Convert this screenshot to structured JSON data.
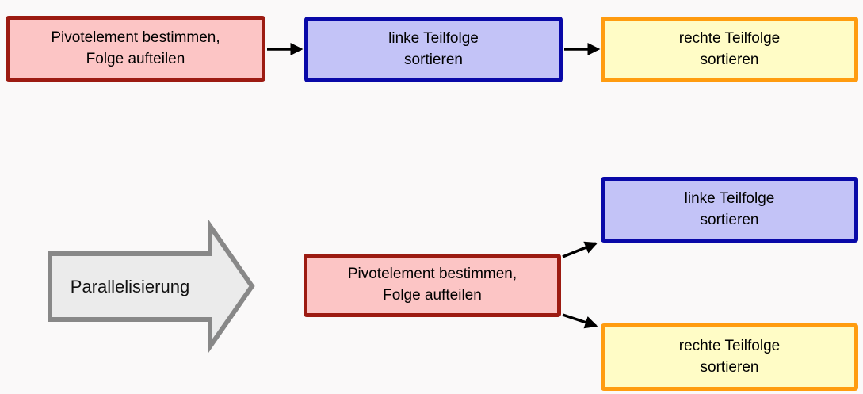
{
  "diagram": {
    "title_semantics": "quicksort-parallelization-diagram",
    "colors": {
      "background": "#FAF9F9",
      "pivot_fill": "#FCC5C5",
      "pivot_border": "#9C1B12",
      "left_fill": "#C3C3F7",
      "left_border": "#0909A8",
      "right_fill": "#FFFCC6",
      "right_border": "#FF9C10",
      "transform_arrow_fill": "#EBEBEB",
      "transform_arrow_border": "#888888",
      "connector_color": "#000000"
    },
    "sequential_flow": {
      "boxes": [
        {
          "label": "Pivotelement bestimmen,\nFolge aufteilen",
          "variant": "red"
        },
        {
          "label": "linke Teilfolge\nsortieren",
          "variant": "blue"
        },
        {
          "label": "rechte Teilfolge\nsortieren",
          "variant": "yellow"
        }
      ]
    },
    "transform_arrow": {
      "label": "Parallelisierung"
    },
    "parallel_flow": {
      "root": {
        "label": "Pivotelement bestimmen,\nFolge aufteilen",
        "variant": "red"
      },
      "branches": [
        {
          "label": "linke Teilfolge\nsortieren",
          "variant": "blue"
        },
        {
          "label": "rechte Teilfolge\nsortieren",
          "variant": "yellow"
        }
      ]
    }
  }
}
